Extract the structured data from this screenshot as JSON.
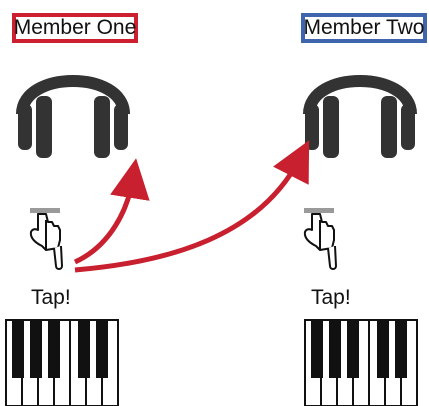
{
  "members": [
    {
      "label": "Member One",
      "color": "#cc1f2f",
      "tap": "Tap!"
    },
    {
      "label": "Member Two",
      "color": "#3f66ad",
      "tap": "Tap!"
    }
  ],
  "colors": {
    "arrow": "#c8202e",
    "icon": "#333333",
    "finger_tab": "#9a9a9a"
  },
  "icons": {
    "headphones": "headphones-icon",
    "hand": "pointing-hand-icon",
    "piano": "piano-keys-icon"
  }
}
